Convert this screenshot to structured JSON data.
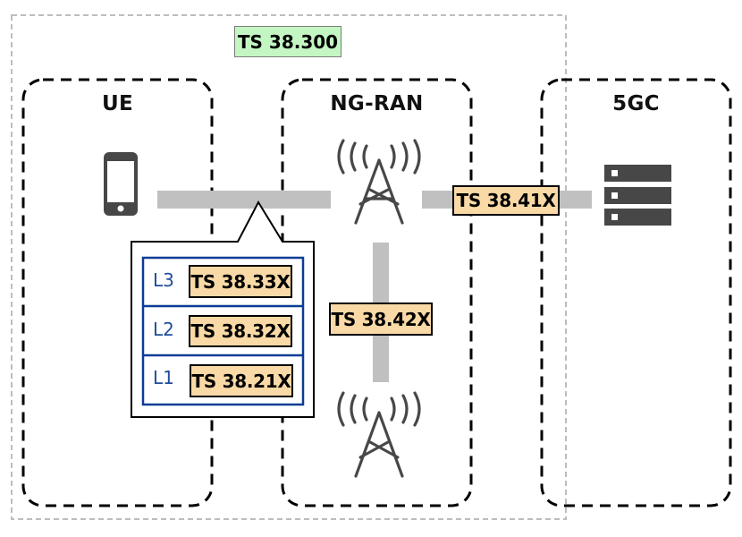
{
  "top_label": "TS 38.300",
  "domains": {
    "ue": {
      "title": "UE",
      "icon": "smartphone-icon"
    },
    "ngran": {
      "title": "NG-RAN",
      "icon": "cell-tower-icon"
    },
    "core": {
      "title": "5GC",
      "icon": "server-stack-icon"
    }
  },
  "interfaces": {
    "ng": "TS 38.41X",
    "xn": "TS 38.42X"
  },
  "radio_stack": [
    {
      "layer": "L3",
      "spec": "TS 38.33X"
    },
    {
      "layer": "L2",
      "spec": "TS 38.32X"
    },
    {
      "layer": "L1",
      "spec": "TS 38.21X"
    }
  ],
  "colors": {
    "spec_fill": "#f9d9a6",
    "overall_fill": "#c4f6c4",
    "link": "#c0c0c0",
    "icon": "#474747",
    "layer_border": "#0a3c96"
  }
}
